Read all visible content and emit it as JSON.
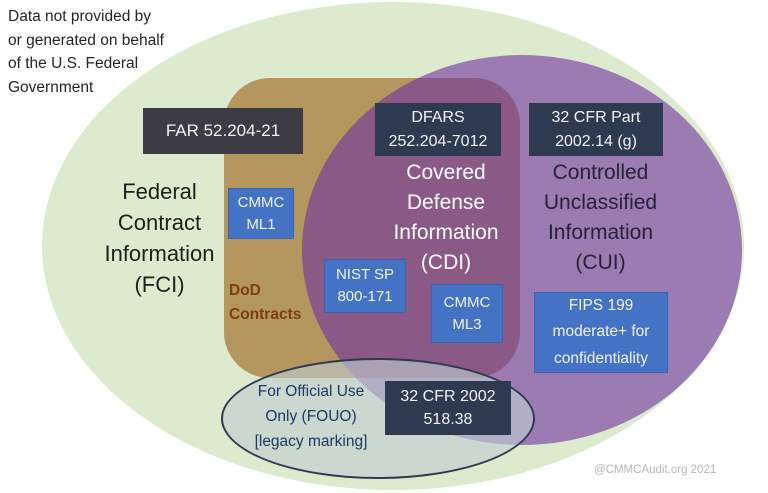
{
  "annotation": "Data not provided by\nor generated on behalf\nof the U.S. Federal\nGovernment",
  "regions": {
    "fci": {
      "label": "Federal\nContract\nInformation\n(FCI)"
    },
    "cdi": {
      "label": "Covered\nDefense\nInformation\n(CDI)"
    },
    "cui": {
      "label": "Controlled\nUnclassified\nInformation\n(CUI)"
    },
    "dod": {
      "label": "DoD\nContracts"
    },
    "fouo": {
      "label": "For Official Use\nOnly (FOUO)\n[legacy marking]"
    }
  },
  "badges": {
    "far": "FAR 52.204-21",
    "dfars": "DFARS\n252.204-7012",
    "cfr_part": "32 CFR Part\n2002.14 (g)",
    "cmmc_ml1": "CMMC\nML1",
    "nist": "NIST SP\n800-171",
    "cmmc_ml3": "CMMC\nML3",
    "fips": "FIPS 199\nmoderate+ for\nconfidentiality",
    "cfr_2002": "32 CFR 2002\n518.38"
  },
  "watermark": "@CMMCAudit.org 2021",
  "colors": {
    "fci_ellipse": "#dcebce",
    "dod_rect": "#b4965f",
    "cui_ellipse_base": "#7030a0",
    "cui_over_green": "#9b7bb2",
    "cdi_overlap": "#8b5986",
    "fouo_fill": "#c8d2d3",
    "fouo_border": "#2c3a52",
    "dark_box": "#2e3a4f",
    "far_box": "#3d3c45",
    "blue_box": "#4472c4",
    "dod_text": "#7e3d12",
    "fouo_text": "#1f3864"
  }
}
